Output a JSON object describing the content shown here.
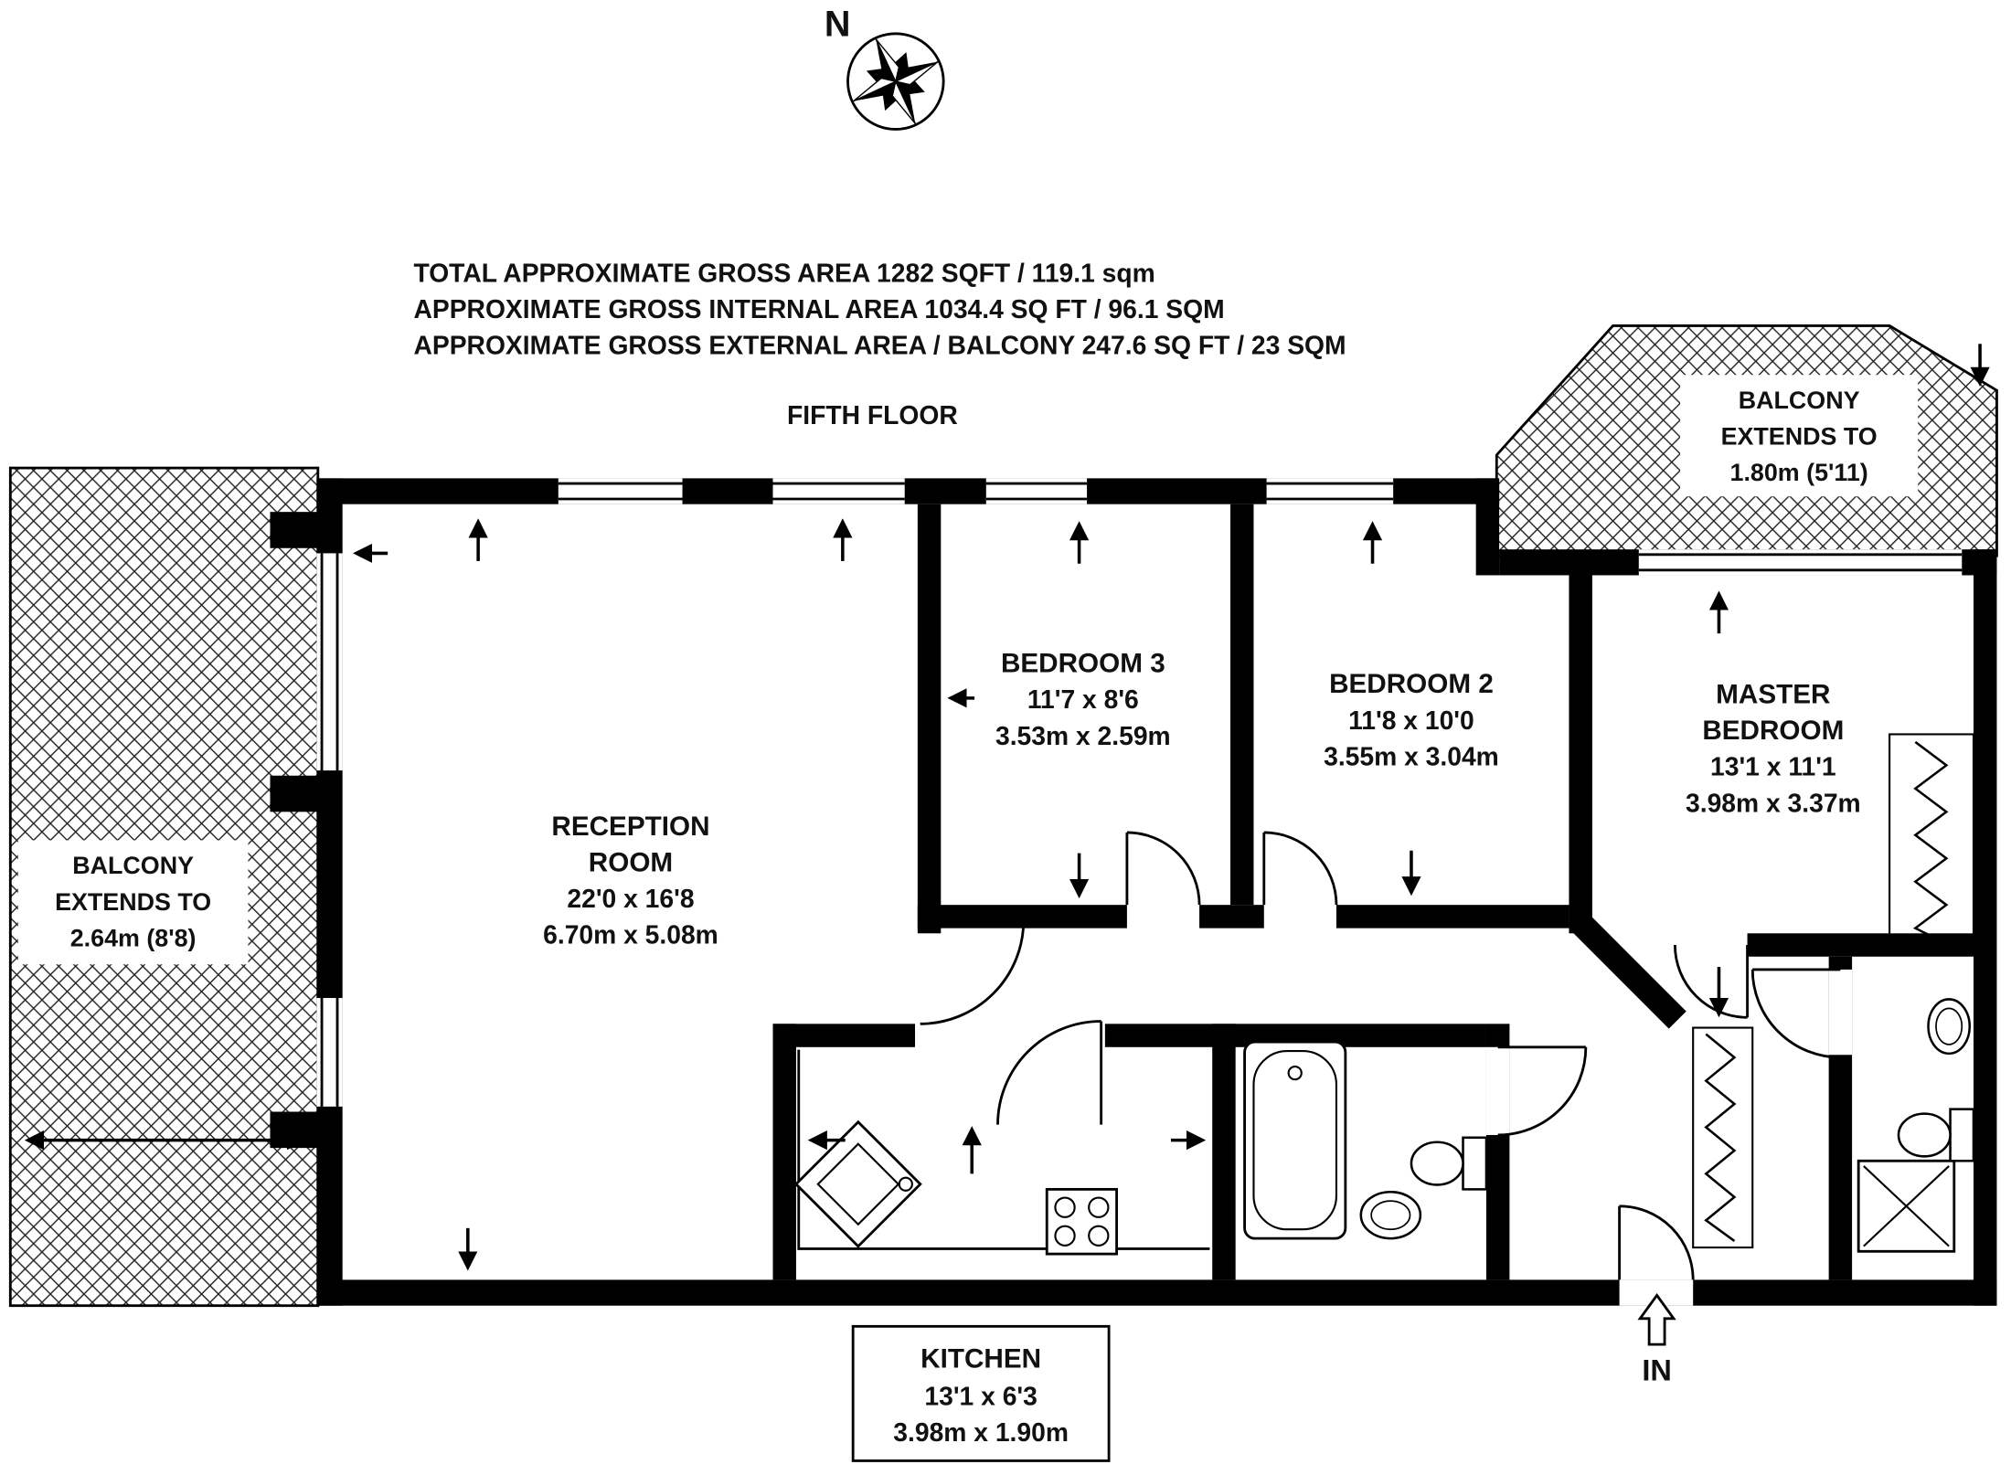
{
  "compass": {
    "north_label": "N"
  },
  "header": {
    "line1": "TOTAL APPROXIMATE GROSS AREA 1282 SQFT / 119.1 sqm",
    "line2": "APPROXIMATE GROSS INTERNAL AREA 1034.4 SQ FT / 96.1 SQM",
    "line3": "APPROXIMATE GROSS EXTERNAL AREA / BALCONY 247.6 SQ FT / 23 SQM",
    "floor": "FIFTH FLOOR"
  },
  "balconies": {
    "left": {
      "title": "BALCONY",
      "subtitle": "EXTENDS TO",
      "dimension": "2.64m (8'8)"
    },
    "top_right": {
      "title": "BALCONY",
      "subtitle": "EXTENDS TO",
      "dimension": "1.80m (5'11)"
    }
  },
  "rooms": {
    "reception": {
      "name_line1": "RECEPTION",
      "name_line2": "ROOM",
      "imperial": "22'0 x 16'8",
      "metric": "6.70m x 5.08m"
    },
    "bedroom3": {
      "name": "BEDROOM 3",
      "imperial": "11'7 x 8'6",
      "metric": "3.53m x 2.59m"
    },
    "bedroom2": {
      "name": "BEDROOM 2",
      "imperial": "11'8 x 10'0",
      "metric": "3.55m x 3.04m"
    },
    "master_bedroom": {
      "name_line1": "MASTER",
      "name_line2": "BEDROOM",
      "imperial": "13'1 x 11'1",
      "metric": "3.98m x 3.37m"
    },
    "kitchen": {
      "name": "KITCHEN",
      "imperial": "13'1 x 6'3",
      "metric": "3.98m x 1.90m"
    }
  },
  "entrance": {
    "label": "IN"
  },
  "colors": {
    "wall": "#000000",
    "background": "#ffffff",
    "text": "#111111"
  }
}
